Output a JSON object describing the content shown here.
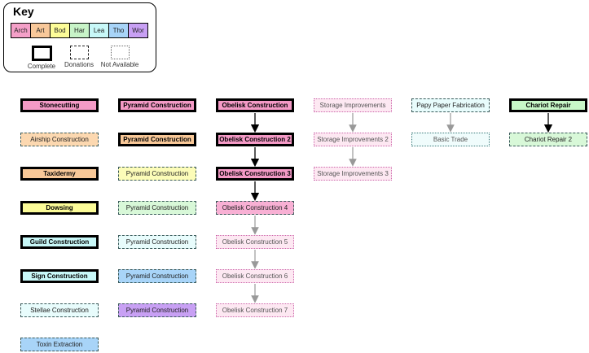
{
  "key": {
    "title": "Key",
    "categories": [
      {
        "label": "Arch",
        "color": "#f4a0c8"
      },
      {
        "label": "Art",
        "color": "#f8c89a"
      },
      {
        "label": "Bod",
        "color": "#fcfc98"
      },
      {
        "label": "Har",
        "color": "#c8f4c8"
      },
      {
        "label": "Lea",
        "color": "#c8f8f8"
      },
      {
        "label": "Tho",
        "color": "#a8d4f8"
      },
      {
        "label": "Wor",
        "color": "#c8a0f4"
      }
    ],
    "statuses": [
      "Complete",
      "Donations",
      "Not Available"
    ]
  },
  "nodes": [
    {
      "id": "stonecutting",
      "label": "Stonecutting",
      "status": "complete",
      "fill": "#f49ac6"
    },
    {
      "id": "airship",
      "label": "Airship Construction",
      "status": "donations",
      "fill": "#fcd8b0"
    },
    {
      "id": "taxidermy",
      "label": "Taxidermy",
      "status": "complete",
      "fill": "#f8c898"
    },
    {
      "id": "dowsing",
      "label": "Dowsing",
      "status": "complete",
      "fill": "#fcfc98"
    },
    {
      "id": "guild",
      "label": "Guild Construction",
      "status": "complete",
      "fill": "#c8f8f8"
    },
    {
      "id": "sign",
      "label": "Sign Construction",
      "status": "complete",
      "fill": "#c8f8f8"
    },
    {
      "id": "stellae",
      "label": "Stellae Construction",
      "status": "donations",
      "fill": "#e8fcfc"
    },
    {
      "id": "toxin",
      "label": "Toxin Extraction",
      "status": "donations",
      "fill": "#a8d4f8"
    },
    {
      "id": "pyr1",
      "label": "Pyramid Construction",
      "status": "complete",
      "fill": "#f49ac6"
    },
    {
      "id": "pyr2",
      "label": "Pyramid Construction",
      "status": "complete",
      "fill": "#f8c898"
    },
    {
      "id": "pyr3",
      "label": "Pyramid Construction",
      "status": "donations",
      "fill": "#fcfcb8"
    },
    {
      "id": "pyr4",
      "label": "Pyramid Construction",
      "status": "donations",
      "fill": "#d8f8d8"
    },
    {
      "id": "pyr5",
      "label": "Pyramid Construction",
      "status": "donations",
      "fill": "#e8fcfc"
    },
    {
      "id": "pyr6",
      "label": "Pyramid Construction",
      "status": "donations",
      "fill": "#a8d4f8"
    },
    {
      "id": "pyr7",
      "label": "Pyramid Construction",
      "status": "donations",
      "fill": "#c8a0f4"
    },
    {
      "id": "ob1",
      "label": "Obelisk Construction",
      "status": "complete",
      "fill": "#f49ac6"
    },
    {
      "id": "ob2",
      "label": "Obelisk Construction 2",
      "status": "complete",
      "fill": "#f49ac6"
    },
    {
      "id": "ob3",
      "label": "Obelisk Construction 3",
      "status": "complete",
      "fill": "#f49ac6"
    },
    {
      "id": "ob4",
      "label": "Obelisk Construction 4",
      "status": "donations",
      "fill": "#f8b0d4"
    },
    {
      "id": "ob5",
      "label": "Obelisk Construction 5",
      "status": "na",
      "fill": "#fde8f2"
    },
    {
      "id": "ob6",
      "label": "Obelisk Construction 6",
      "status": "na",
      "fill": "#fde8f2"
    },
    {
      "id": "ob7",
      "label": "Obelisk Construction 7",
      "status": "na",
      "fill": "#fde8f2"
    },
    {
      "id": "st1",
      "label": "Storage Improvements",
      "status": "na",
      "fill": "#fde8f2"
    },
    {
      "id": "st2",
      "label": "Storage Improvements 2",
      "status": "na",
      "fill": "#fde8f2"
    },
    {
      "id": "st3",
      "label": "Storage Improvements 3",
      "status": "na",
      "fill": "#fde8f2"
    },
    {
      "id": "papy",
      "label": "Papy Paper Fabrication",
      "status": "donations",
      "fill": "#e8fcfc"
    },
    {
      "id": "trade",
      "label": "Basic Trade",
      "status": "na-teal",
      "fill": "#f0fcfc"
    },
    {
      "id": "char1",
      "label": "Chariot Repair",
      "status": "complete",
      "fill": "#c8f8c8"
    },
    {
      "id": "char2",
      "label": "Chariot Repair 2",
      "status": "donations",
      "fill": "#d8f8d8"
    }
  ],
  "edges": [
    {
      "from": "ob1",
      "to": "ob2",
      "kind": "active"
    },
    {
      "from": "ob2",
      "to": "ob3",
      "kind": "active"
    },
    {
      "from": "ob3",
      "to": "ob4",
      "kind": "active"
    },
    {
      "from": "ob4",
      "to": "ob5",
      "kind": "inactive"
    },
    {
      "from": "ob5",
      "to": "ob6",
      "kind": "inactive"
    },
    {
      "from": "ob6",
      "to": "ob7",
      "kind": "inactive"
    },
    {
      "from": "st1",
      "to": "st2",
      "kind": "inactive"
    },
    {
      "from": "st2",
      "to": "st3",
      "kind": "inactive"
    },
    {
      "from": "papy",
      "to": "trade",
      "kind": "inactive"
    },
    {
      "from": "char1",
      "to": "char2",
      "kind": "active"
    }
  ]
}
